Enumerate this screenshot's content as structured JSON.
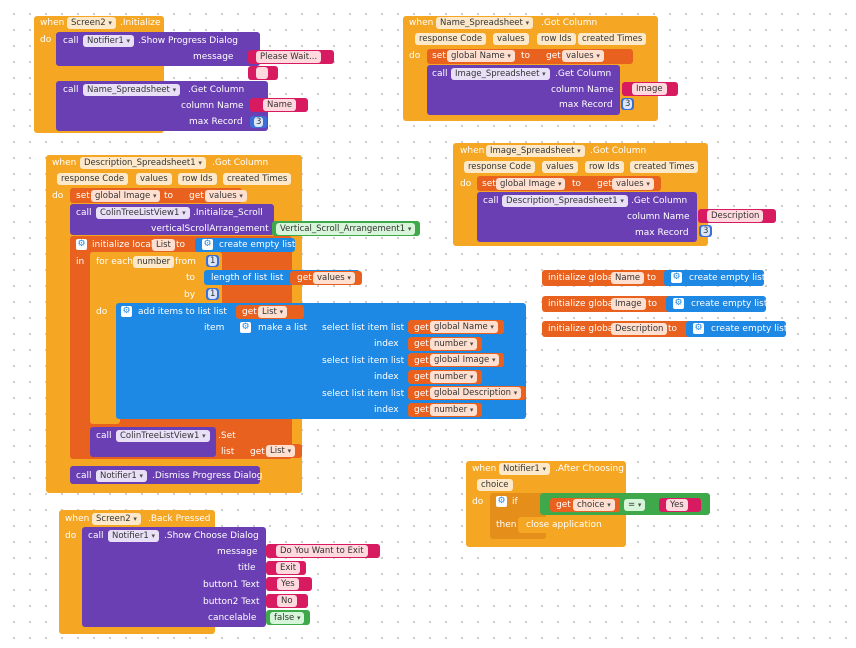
{
  "b1": {
    "when": "when",
    "comp": "Screen2",
    "ev": ".Initialize",
    "do": "do",
    "call": "call",
    "notifier": "Notifier1",
    "showprog": ".Show Progress Dialog",
    "message": "message",
    "title": "title",
    "please": "Please Wait...",
    "empty": "",
    "namesheet": "Name_Spreadsheet",
    "getcol": ".Get Column",
    "column_name": "column Name",
    "name": "Name",
    "max_record": "max Record",
    "three": "3"
  },
  "b2": {
    "when": "when",
    "comp": "Name_Spreadsheet",
    "ev": ".Got Column",
    "response": "response Code",
    "values": "values",
    "rowids": "row Ids",
    "created": "created Times",
    "do": "do",
    "set": "set",
    "gname": "global Name",
    "to": "to",
    "get": "get",
    "gvalues": "values",
    "call": "call",
    "imgsheet": "Image_Spreadsheet",
    "getcol": ".Get Column",
    "column_name": "column Name",
    "image": "Image",
    "max_record": "max Record",
    "three": "3"
  },
  "b3": {
    "when": "when",
    "comp": "Description_Spreadsheet1",
    "ev": ".Got Column",
    "response": "response Code",
    "values": "values",
    "rowids": "row Ids",
    "created": "created Times",
    "do": "do",
    "set": "set",
    "gimage": "global Image",
    "to": "to",
    "get": "get",
    "gvalues": "values",
    "call": "call",
    "tree": "ColinTreeListView1",
    "initscroll": ".Initialize_Scroll",
    "vsa": "verticalScrollArrangement",
    "vsa_val": "Vertical_Scroll_Arrangement1",
    "initlocal": "initialize local",
    "list": "List",
    "createempty": "create empty list",
    "in": "in",
    "foreach": "for each",
    "number": "number",
    "from": "from",
    "one": "1",
    "to2": "to",
    "lengthof": "length of list  list",
    "by": "by",
    "additems": "add items to list  list",
    "item": "item",
    "makelist": "make a list",
    "selitem": "select list item  list",
    "index": "index",
    "gname": "global Name",
    "gimage2": "global Image",
    "gdesc": "global Description",
    "gnumber": "number",
    "set2": ".Set",
    "listlbl": "list",
    "notifier": "Notifier1",
    "dismiss": ".Dismiss Progress Dialog"
  },
  "b4": {
    "when": "when",
    "comp": "Image_Spreadsheet",
    "ev": ".Got Column",
    "response": "response Code",
    "values": "values",
    "rowids": "row Ids",
    "created": "created Times",
    "do": "do",
    "set": "set",
    "gimage": "global Image",
    "to": "to",
    "get": "get",
    "gvalues": "values",
    "call": "call",
    "descsheet": "Description_Spreadsheet1",
    "getcol": ".Get Column",
    "column_name": "column Name",
    "description": "Description",
    "max_record": "max Record",
    "three": "3"
  },
  "globals": [
    {
      "lbl": "initialize global",
      "name": "Name",
      "to": "to",
      "val": "create empty list"
    },
    {
      "lbl": "initialize global",
      "name": "Image",
      "to": "to",
      "val": "create empty list"
    },
    {
      "lbl": "initialize global",
      "name": "Description",
      "to": "to",
      "val": "create empty list"
    }
  ],
  "b5": {
    "when": "when",
    "comp": "Notifier1",
    "ev": ".After Choosing",
    "choice": "choice",
    "do": "do",
    "if": "if",
    "get": "get",
    "choicev": "choice",
    "eq": "=",
    "yes": "Yes",
    "then": "then",
    "close": "close application"
  },
  "b6": {
    "when": "when",
    "comp": "Screen2",
    "ev": ".Back Pressed",
    "do": "do",
    "call": "call",
    "notifier": "Notifier1",
    "showchoose": ".Show Choose Dialog",
    "message": "message",
    "msgval": "Do You Want to Exit",
    "title": "title",
    "exit": "Exit",
    "b1": "button1 Text",
    "yes": "Yes",
    "b2": "button2 Text",
    "no": "No",
    "cancelable": "cancelable",
    "false": "false"
  },
  "colors": {
    "event": "#f5a623",
    "procedure": "#6a3fb4",
    "variable": "#e8611f",
    "list": "#1e88e5",
    "text": "#d81b60",
    "math": "#3a6fd8",
    "logic": "#3ea84a"
  }
}
